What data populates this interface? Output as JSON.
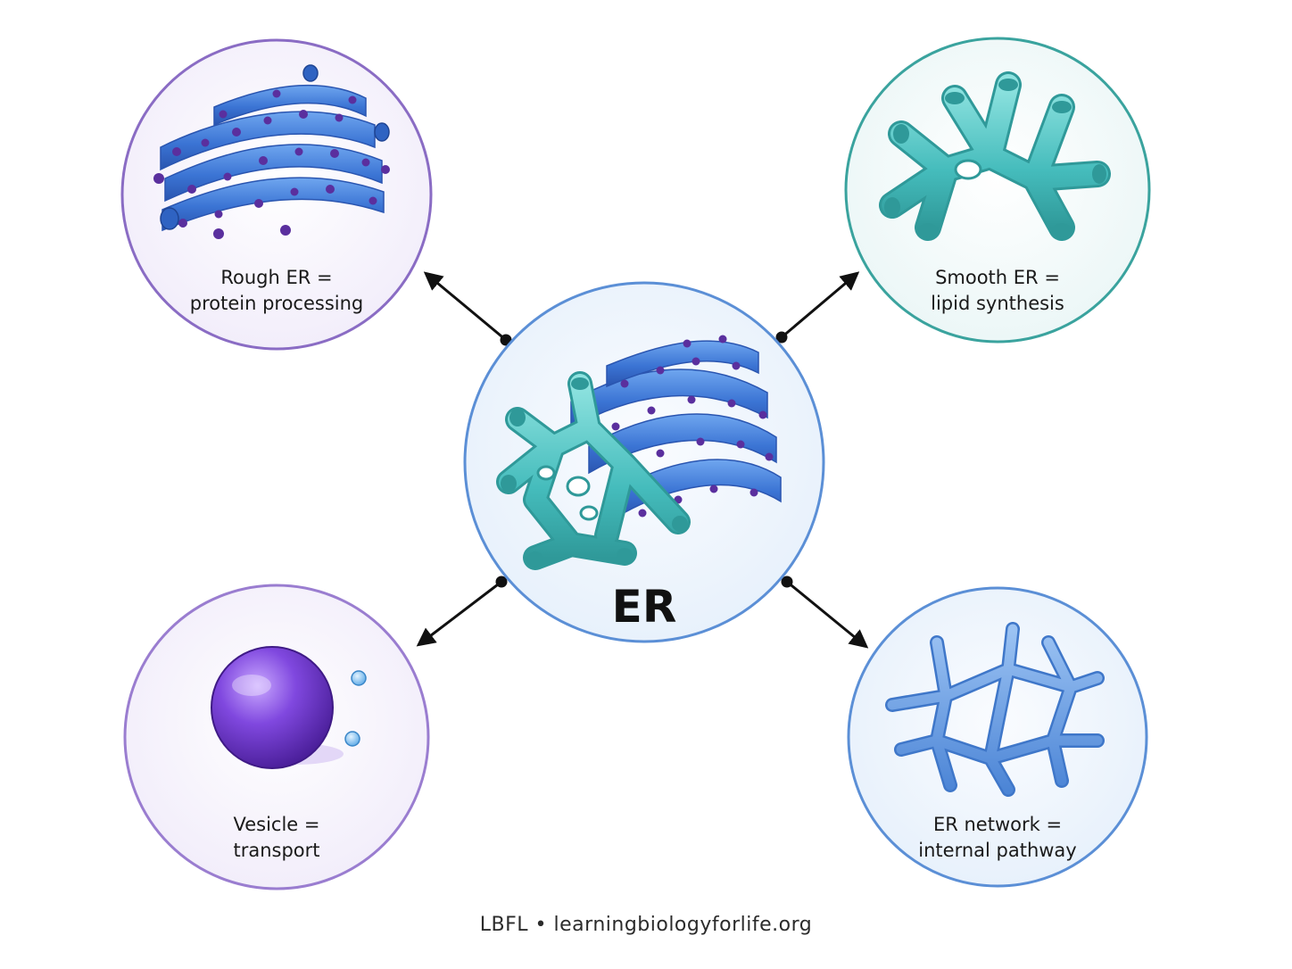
{
  "center": {
    "label": "ER"
  },
  "nodes": {
    "rough": {
      "line1": "Rough ER =",
      "line2": "protein processing"
    },
    "smooth": {
      "line1": "Smooth ER =",
      "line2": "lipid synthesis"
    },
    "vesicle": {
      "line1": "Vesicle =",
      "line2": "transport"
    },
    "network": {
      "line1": "ER network =",
      "line2": "internal pathway"
    }
  },
  "footer": {
    "brand": "LBFL",
    "separator": "•",
    "site": "learningbiologyforlife.org"
  },
  "colors": {
    "rough_border": "#8a6cc4",
    "smooth_border": "#3aa39e",
    "vesicle_border": "#9a7dd0",
    "network_border": "#5b8fd6",
    "center_border": "#5b8fd6",
    "rough_er_tube": "#3f7ad8",
    "smooth_er_tube": "#4fc4c4",
    "ribosome": "#5a2f9e",
    "vesicle": "#7b43d6",
    "network_tube": "#5b97e0",
    "arrow": "#111111"
  }
}
